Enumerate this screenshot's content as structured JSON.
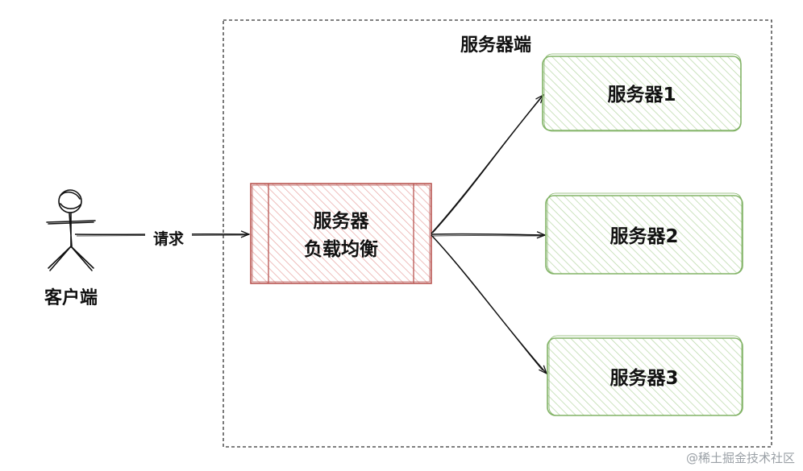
{
  "diagram": {
    "group_title": "服务器端",
    "client": {
      "label": "客户端"
    },
    "request_label": "请求",
    "load_balancer": {
      "line1": "服务器",
      "line2": "负载均衡"
    },
    "servers": [
      {
        "label": "服务器1"
      },
      {
        "label": "服务器2"
      },
      {
        "label": "服务器3"
      }
    ]
  },
  "watermark": "@稀土掘金技术社区",
  "colors": {
    "lb_stroke": "#b85450",
    "lb_fill": "#f8cecc",
    "server_stroke": "#82b366",
    "server_fill": "#d5e8d4",
    "border": "#333333"
  }
}
